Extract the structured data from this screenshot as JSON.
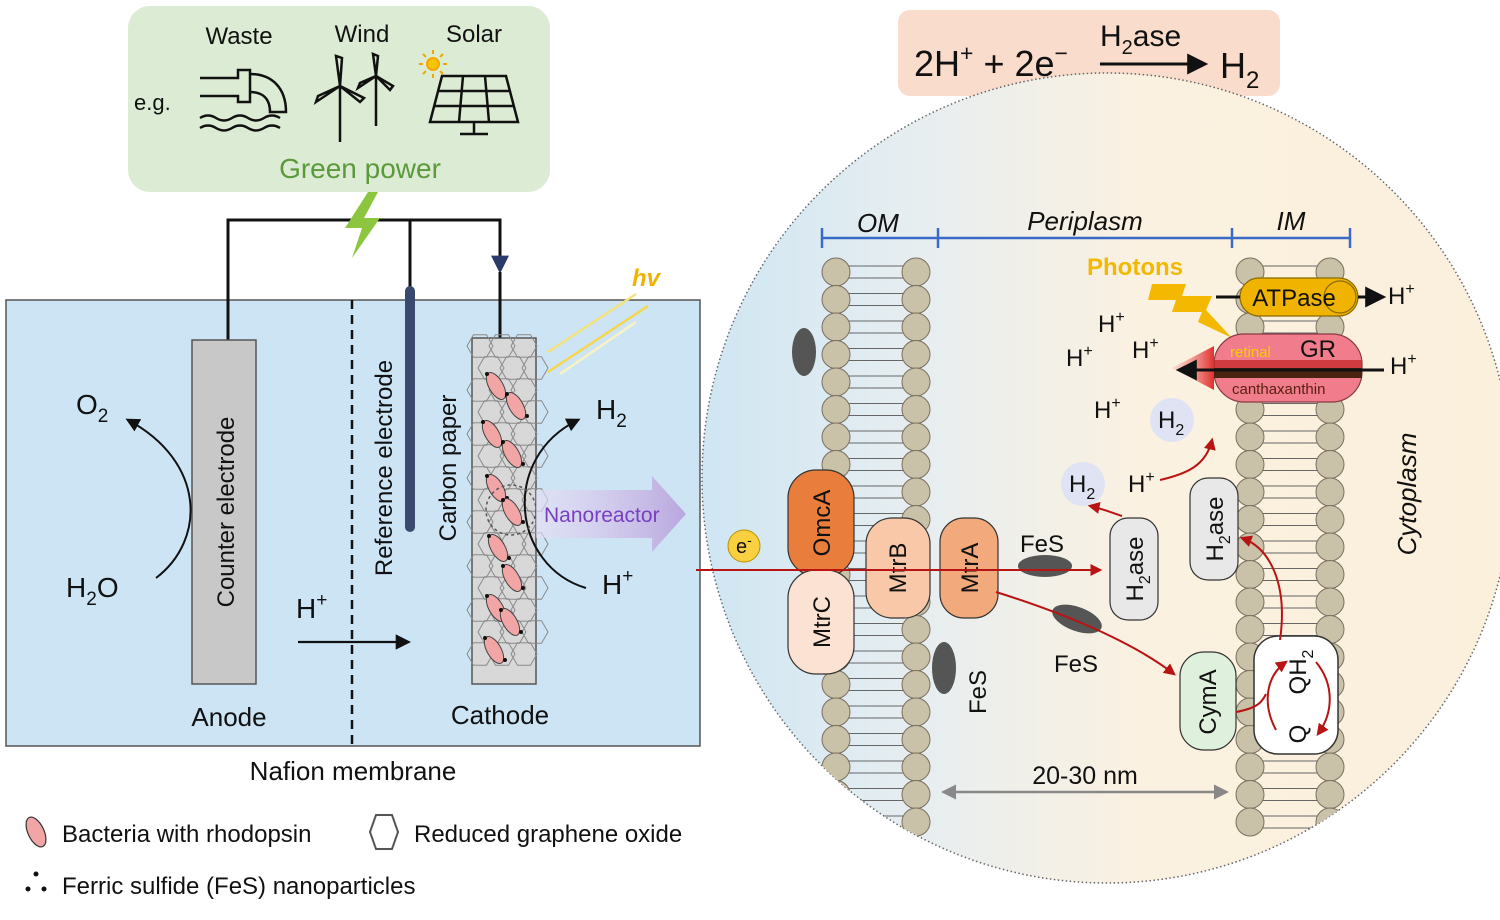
{
  "green_power": {
    "eg": "e.g.",
    "sources": [
      "Waste",
      "Wind",
      "Solar"
    ],
    "title": "Green power"
  },
  "cell": {
    "o2": "O",
    "o2_sub": "2",
    "h2o_h": "H",
    "h2o_sub": "2",
    "h2o_o": "O",
    "counter_electrode": "Counter electrode",
    "reference_electrode": "Reference electrode",
    "carbon_paper": "Carbon paper",
    "h2": "H",
    "h2_sub": "2",
    "hplus_h": "H",
    "hplus_sup": "+",
    "proton_flow_h": "H",
    "proton_flow_sup": "+",
    "anode": "Anode",
    "cathode": "Cathode",
    "membrane": "Nafion membrane",
    "hv": "hv",
    "nanoreactor": "Nanoreactor"
  },
  "legend": {
    "bacteria": "Bacteria with rhodopsin",
    "graphene": "Reduced graphene oxide",
    "fes": "Ferric sulfide (FeS) nanoparticles"
  },
  "equation": {
    "lhs_a": "2H",
    "lhs_a_sup": "+",
    "lhs_b": " + 2e",
    "lhs_b_sup": "−",
    "enzyme_h": "H",
    "enzyme_sub": "2",
    "enzyme_rest": "ase",
    "rhs": "H",
    "rhs_sub": "2"
  },
  "cell_envelope": {
    "om": "OM",
    "periplasm": "Periplasm",
    "im": "IM",
    "cytoplasm": "Cytoplasm",
    "photons": "Photons",
    "atpase": "ATPase",
    "gr": "GR",
    "retinal": "retinal",
    "canthaxanthin": "canthaxanthin",
    "omca": "OmcA",
    "mtrc": "MtrC",
    "mtrb": "MtrB",
    "mtra": "MtrA",
    "cyma": "CymA",
    "electron": "e",
    "electron_sup": "-",
    "fes": "FeS",
    "h2ase_h": "H",
    "h2ase_sub": "2",
    "h2ase_rest": "ase",
    "h": "H",
    "sub2": "2",
    "plus": "+",
    "q": "Q",
    "qh": "QH",
    "distance": "20-30 nm"
  },
  "colors": {
    "green_box": "#dcebd3",
    "green_text": "#5a9a3a",
    "water": "#cde4f5",
    "equation_box": "#f9dccb",
    "omca": "#e97d3c",
    "mtr": "#f2a97c",
    "pale_protein": "#fbe2d2",
    "cyma": "#dff0dc",
    "h2ase": "#e8e8e8",
    "atpase": "#f0b400",
    "gr": "#f07c8c",
    "photons": "#f5b800",
    "lipid_head": "#c9c1a8",
    "arrow_red": "#b81414",
    "nanoreactor": "#7a3fc0",
    "bacteria": "#f2a5a5"
  }
}
